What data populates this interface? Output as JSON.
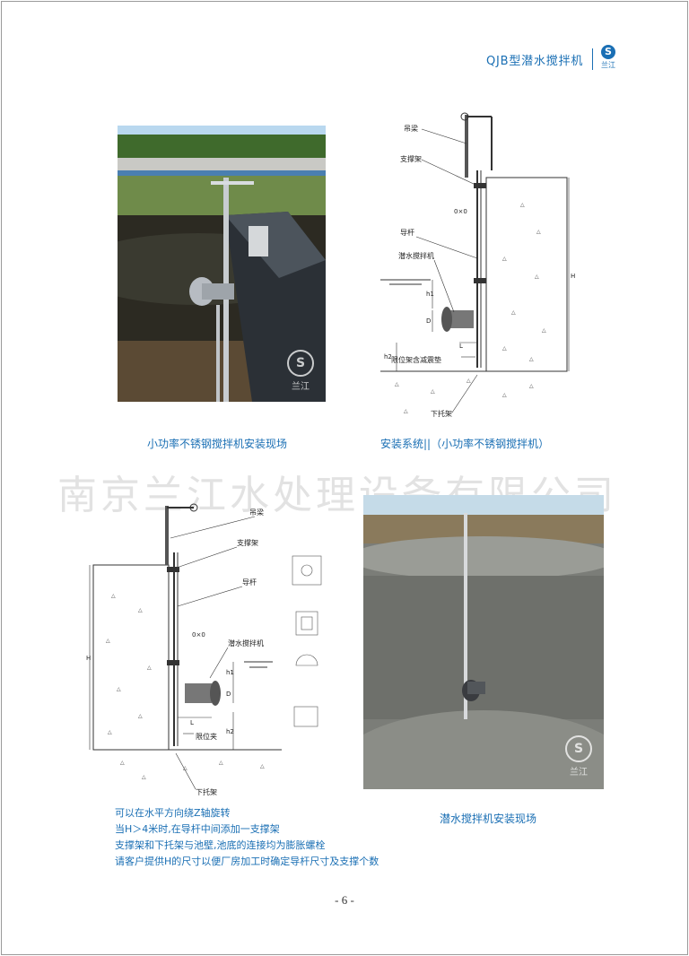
{
  "header": {
    "title": "QJB型潜水搅拌机",
    "logo_text": "兰江",
    "logo_mark": "S"
  },
  "photos": {
    "top_left_watermark": "兰江",
    "bottom_right_watermark": "兰江"
  },
  "diagram_top": {
    "labels": {
      "hanger_beam": "吊梁",
      "support_frame": "支撑架",
      "guide_rod": "导杆",
      "mixer": "潜水搅拌机",
      "limit_frame": "限位架含减震垫",
      "lower_bracket": "下托架",
      "zero": "0×0",
      "h1": "h1",
      "h2": "h2",
      "D": "D",
      "L": "L",
      "H": "H"
    }
  },
  "diagram_bottom": {
    "labels": {
      "hanger_beam": "吊梁",
      "support_frame": "支撑架",
      "guide_rod": "导杆",
      "mixer": "潜水搅拌机",
      "limit_clamp": "限位夹",
      "lower_bracket": "下托架",
      "zero": "0×0",
      "h1": "h1",
      "h2": "h2",
      "D": "D",
      "L": "L",
      "H": "H"
    }
  },
  "captions": {
    "top_left": "小功率不锈钢搅拌机安装现场",
    "top_right": "安装系统||（小功率不锈钢搅拌机）",
    "bottom_right": "潜水搅拌机安装现场"
  },
  "watermark": "南京兰江水处理设备有限公司",
  "notes": [
    "可以在水平方向绕Z轴旋转",
    "当H＞4米时,在导杆中间添加一支撑架",
    "支撑架和下托架与池壁,池底的连接均为膨胀螺栓",
    "请客户提供H的尺寸以便厂房加工时确定导杆尺寸及支撑个数"
  ],
  "page_number": "- 6 -",
  "colors": {
    "accent": "#1a6fb4",
    "concrete": "#7b7d78",
    "sky": "#b9d8ef"
  }
}
